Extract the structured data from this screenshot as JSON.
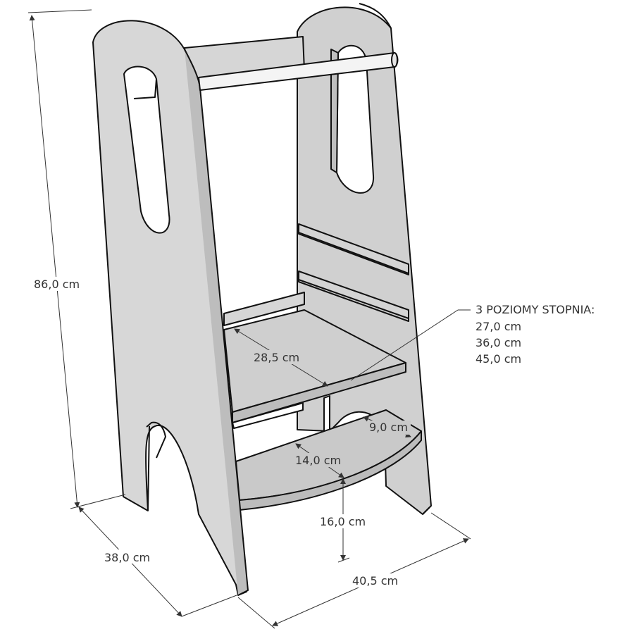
{
  "colors": {
    "panel": "#d7d7d7",
    "panel_dark": "#c8c8c8",
    "edge": "#111111",
    "dim_line": "#333333",
    "background": "#ffffff"
  },
  "dimensions": {
    "height": "86,0 cm",
    "depth": "38,0 cm",
    "width": "40,5 cm",
    "top_step_depth": "28,5 cm",
    "lower_step_depth": "14,0 cm",
    "lower_step_extension": "9,0 cm",
    "bottom_step_height": "16,0 cm"
  },
  "note": {
    "title": "3 POZIOMY STOPNIA:",
    "levels": [
      "27,0 cm",
      "36,0 cm",
      "45,0 cm"
    ]
  }
}
